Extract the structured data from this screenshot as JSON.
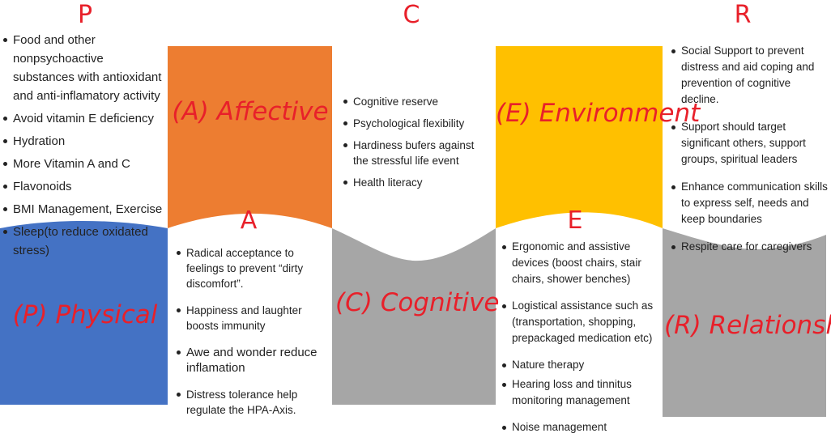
{
  "colors": {
    "physical": "#4472c4",
    "affective": "#ed7d31",
    "cognitive": "#a6a6a6",
    "environment": "#ffc000",
    "relationship": "#a6a6a6",
    "title_red": "#e8202a"
  },
  "top_letters": {
    "p": "P",
    "c": "C",
    "r": "R"
  },
  "sub_letters": {
    "a": "A",
    "e": "E"
  },
  "columns": {
    "physical": {
      "title": "(P) Physical",
      "items": [
        "Food and other nonpsychoactive substances with antioxidant and anti-inflamatory activity",
        "Avoid vitamin E deficiency",
        "Hydration",
        "More Vitamin A and C",
        "Flavonoids",
        "BMI Management, Exercise",
        "Sleep(to reduce oxidated stress)"
      ]
    },
    "affective": {
      "title": "(A) Affective",
      "items": [
        "Radical acceptance to feelings to prevent “dirty discomfort”.",
        "Happiness and laughter boosts immunity",
        "Awe and wonder reduce inflamation",
        "Distress tolerance help regulate the HPA-Axis."
      ]
    },
    "cognitive": {
      "title": "(C) Cognitive",
      "items": [
        "Cognitive reserve",
        "Psychological flexibility",
        "Hardiness bufers against the stressful life event",
        "Health literacy"
      ]
    },
    "environment": {
      "title": "(E) Environment",
      "items": [
        "Ergonomic and assistive devices (boost chairs, stair chairs, shower benches)",
        "Logistical assistance such as (transportation, shopping, prepackaged medication etc)",
        "Nature therapy",
        "Hearing loss and tinnitus monitoring management",
        "Noise management"
      ]
    },
    "relationship": {
      "title": "(R) Relationship",
      "items": [
        "Social Support to prevent distress and aid coping and prevention of cognitive decline.",
        "Support should target significant others, support groups, spiritual leaders",
        "Enhance communication skills to express self, needs and keep boundaries",
        "Respite care for caregivers"
      ]
    }
  }
}
